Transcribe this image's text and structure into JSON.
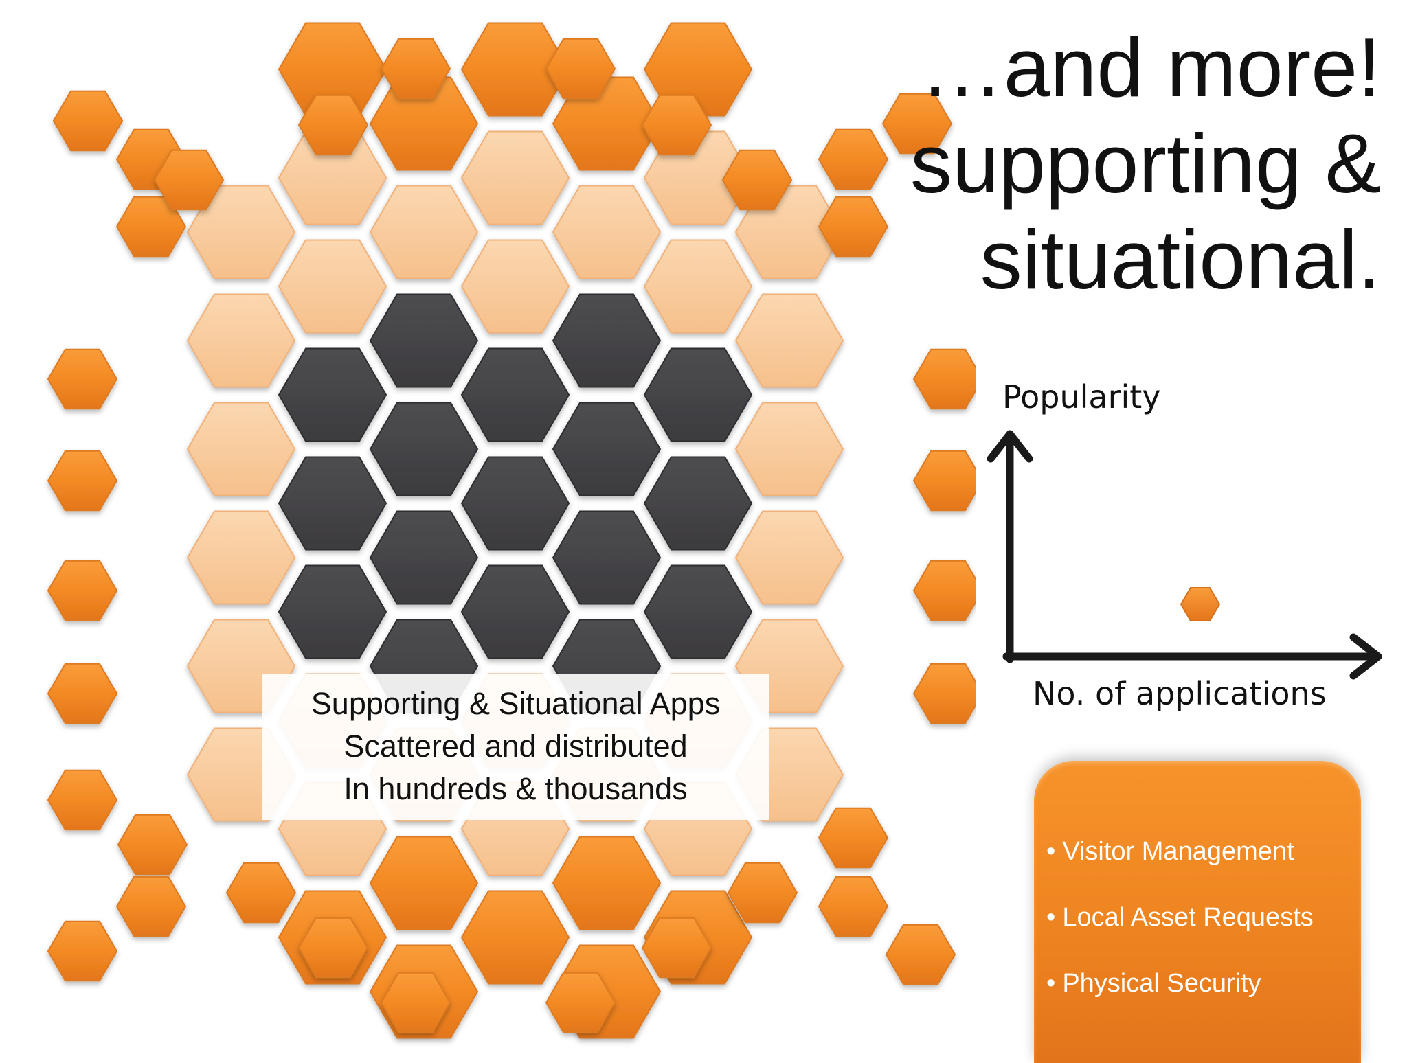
{
  "title": {
    "lines": [
      "…and more!",
      "supporting &",
      "situational."
    ]
  },
  "chart": {
    "y_axis_label": "Popularity",
    "x_axis_label": "No. of applications",
    "marker_icon": "orange-hexagon-icon"
  },
  "caption": {
    "lines": [
      "Supporting & Situational Apps",
      "Scattered and distributed",
      "In hundreds & thousands"
    ]
  },
  "list_card": {
    "bullet": "•",
    "items": [
      "Visitor Management",
      "Local Asset Requests",
      "Physical Security"
    ]
  },
  "colors": {
    "orange": "#f28a23",
    "peach": "#f8c79a",
    "dark": "#444346",
    "text": "#111111"
  }
}
